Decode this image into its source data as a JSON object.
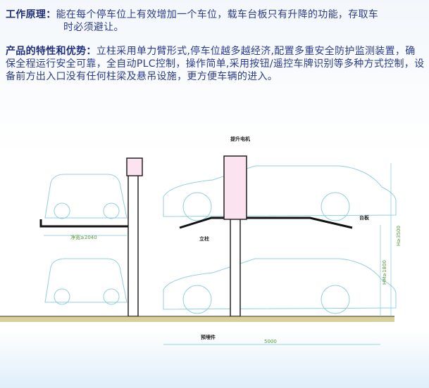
{
  "principle": {
    "heading": "工作原理：",
    "text": "能在每个停车位上有效增加一个车位，载车台板只有升降的功能，存取车",
    "text2": "时必须避让。"
  },
  "features": {
    "heading": "产品的特性和优势：",
    "text": "立柱采用单力臂形式,停车位越多越经济,配置多重安全防护监测装置，确保全程运行安全可靠，全自动PLC控制，操作简单,采用按钮/遥控车牌识别等多种方式控制，设备前方出入口没有任何柱梁及悬吊设施，更方便车辆的进入。"
  },
  "diagram": {
    "motor": "提升电机",
    "platform": "台板",
    "column": "立柱",
    "embedded": "预埋件",
    "width_dim": "5000",
    "height_dim": "H≥3500",
    "lower_dim": "HM≥1800",
    "clear_width": "净宽≥2040"
  }
}
